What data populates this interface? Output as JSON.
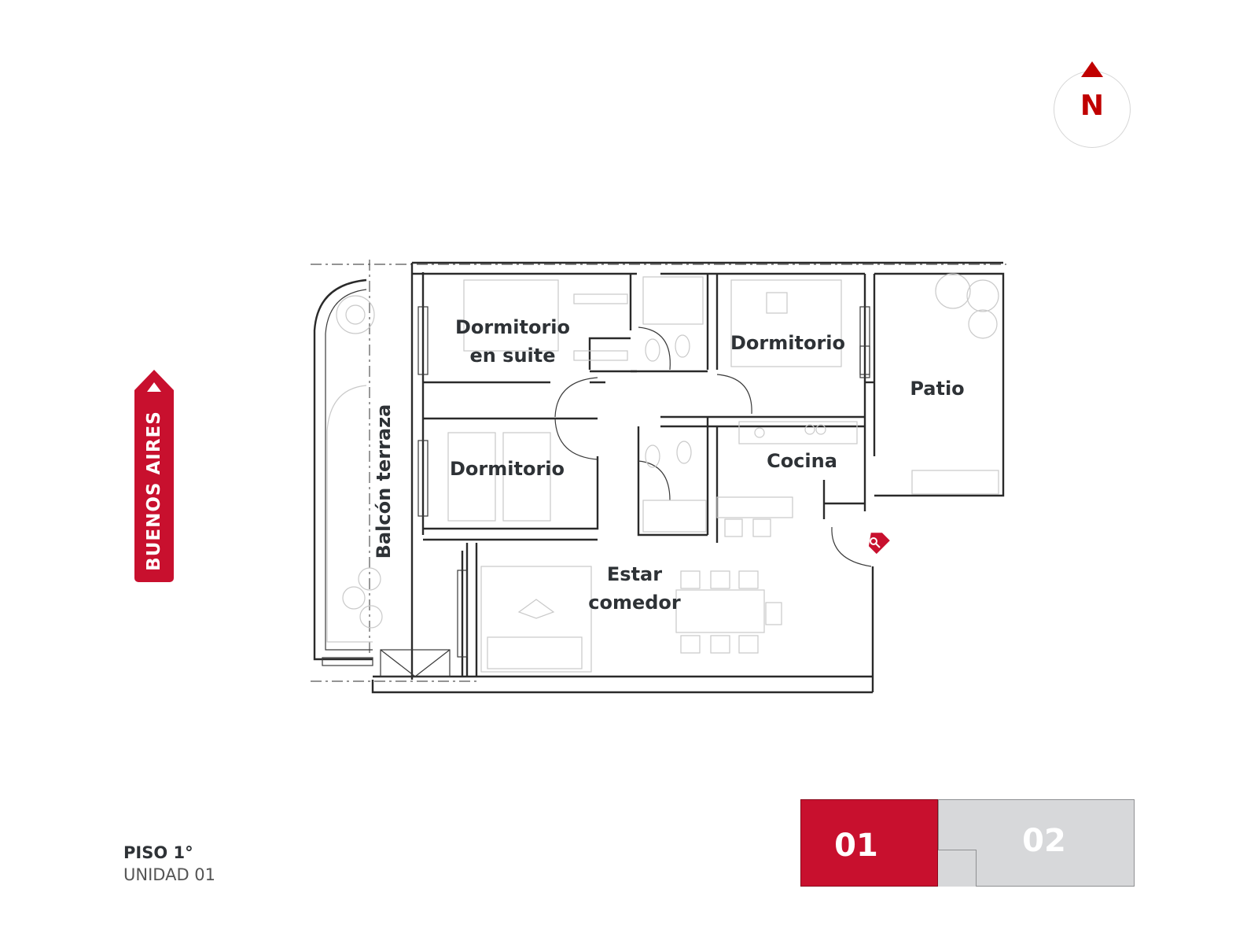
{
  "compass": {
    "letter": "N"
  },
  "street": {
    "label": "BUENOS AIRES"
  },
  "rooms": {
    "suite_line1": "Dormitorio",
    "suite_line2": "en suite",
    "bedroom_north": "Dormitorio",
    "bedroom_west": "Dormitorio",
    "patio": "Patio",
    "kitchen": "Cocina",
    "living_line1": "Estar",
    "living_line2": "comedor",
    "balcony": "Balcón terraza"
  },
  "floor_info": {
    "floor": "PISO 1°",
    "unit": "UNIDAD 01"
  },
  "unit_selector": {
    "units": [
      "01",
      "02"
    ],
    "selected": "01",
    "selected_color": "#c8102e",
    "inactive_color": "#d7d8da"
  },
  "colors": {
    "accent": "#c8102e",
    "text": "#2e3236"
  },
  "icons": {
    "entry": "key-icon",
    "north": "north-arrow-icon"
  }
}
